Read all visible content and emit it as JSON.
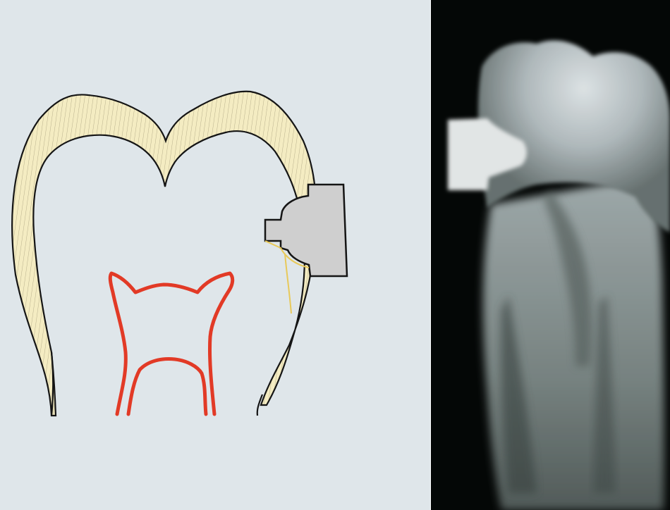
{
  "figure": {
    "panels": [
      {
        "id": "schematic",
        "kind": "tooth-cross-section-diagram"
      },
      {
        "id": "radiograph",
        "kind": "x-ray-photograph"
      }
    ],
    "colors": {
      "background_left": "#dfe6ea",
      "enamel_fill": "#f4ecc2",
      "enamel_hatch": "#b9b08d",
      "outline": "#151515",
      "pulp_outline": "#e23a26",
      "restoration_fill": "#cfcfcf",
      "crack_line": "#e8c95a",
      "background_right": "#050807"
    },
    "icons": [
      "tooth-outline-icon",
      "enamel-layer-icon",
      "pulp-chamber-icon",
      "restoration-icon",
      "crack-line-icon",
      "xray-tooth-icon"
    ]
  }
}
